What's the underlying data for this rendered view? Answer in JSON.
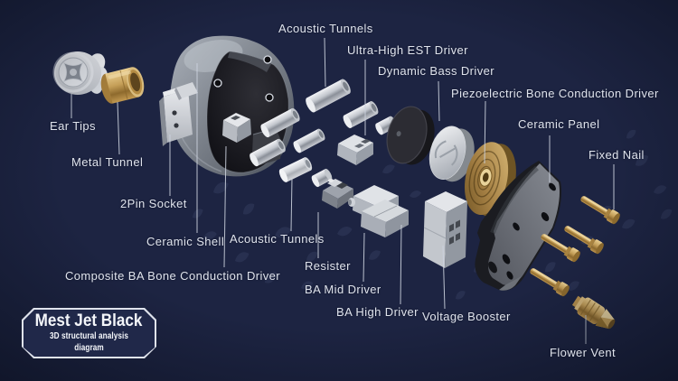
{
  "badge": {
    "title": "Mest Jet Black",
    "subtitle": "3D structural analysis diagram"
  },
  "part_labels": {
    "acoustic_tunnels_upper": "Acoustic Tunnels",
    "ultra_high_est_driver": "Ultra-High EST Driver",
    "dynamic_bass_driver": "Dynamic Bass Driver",
    "piezoelectric_bone_conduction_driver": "Piezoelectric Bone Conduction Driver",
    "ceramic_panel": "Ceramic Panel",
    "fixed_nail": "Fixed Nail",
    "ear_tips": "Ear Tips",
    "metal_tunnel": "Metal Tunnel",
    "pin_socket": "2Pin Socket",
    "ceramic_shell": "Ceramic Shell",
    "acoustic_tunnels_lower": "Acoustic Tunnels",
    "composite_ba_bone_conduction_driver": "Composite BA Bone Conduction Driver",
    "resister": "Resister",
    "ba_mid_driver": "BA Mid Driver",
    "ba_high_driver": "BA High Driver",
    "voltage_booster": "Voltage Booster",
    "flower_vent": "Flower Vent"
  },
  "palette": {
    "background": "#1d2442",
    "label_text": "#dfe3ec",
    "leader_line": "#ccd2de",
    "leaf_motif": "#2a3252",
    "brass_gold": "#c9a35d",
    "silver_metal": "#c6cad2",
    "shell_gray": "#8d939d",
    "panel_black": "#1b1c21",
    "badge_border": "#dfe3ec",
    "badge_fill": "#202849"
  }
}
